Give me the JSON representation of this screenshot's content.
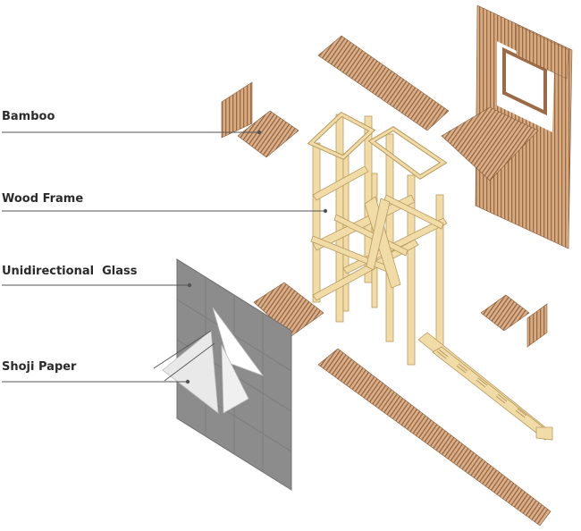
{
  "labels": {
    "bamboo": "Bamboo",
    "wood_frame": "Wood Frame",
    "glass": "Unidirectional  Glass",
    "shoji": "Shoji Paper"
  },
  "colors": {
    "bamboo_light": "#d9b08a",
    "bamboo_dark": "#9c6a45",
    "frame_fill": "#f1dca8",
    "frame_edge": "#b99a5e",
    "glass": "#8c8c8c",
    "glass_grid": "#7a7a7a",
    "shoji_paper": "#ffffff",
    "leader_line": "#555555"
  }
}
